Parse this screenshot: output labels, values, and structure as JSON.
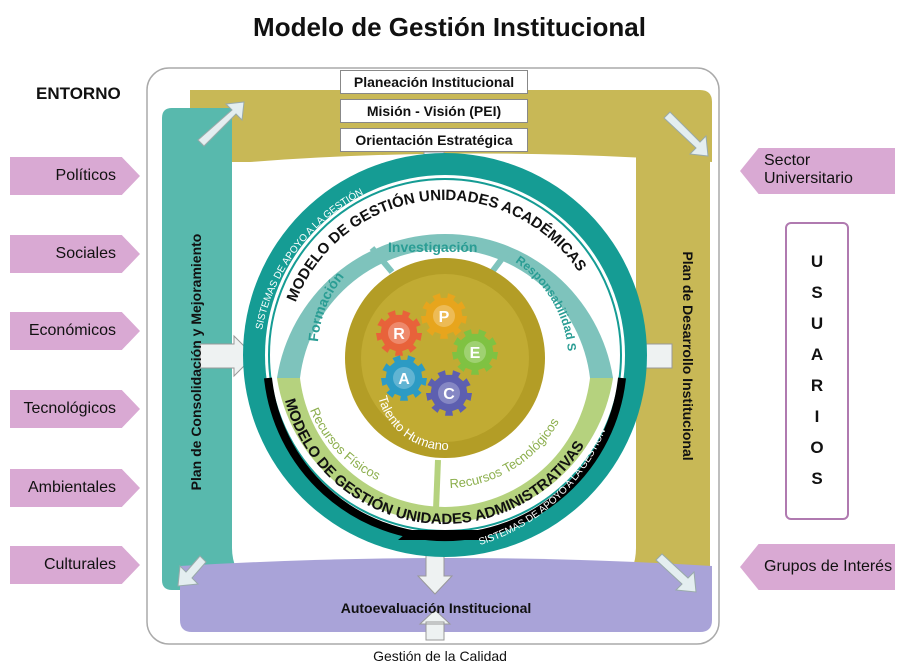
{
  "title": "Modelo de Gestión Institucional",
  "entorno_label": "ENTORNO",
  "entorno_items": [
    "Políticos",
    "Sociales",
    "Económicos",
    "Tecnológicos",
    "Ambientales",
    "Culturales"
  ],
  "right_items": {
    "sector_line1": "Sector",
    "sector_line2": "Universitario",
    "grupos": "Grupos de Interés"
  },
  "usuarios_letters": "U\nS\nU\nA\nR\nI\nO\nS",
  "top_boxes": [
    "Planeación Institucional",
    "Misión  -  Visión (PEI)",
    "Orientación Estratégica"
  ],
  "left_band": "Plan de Consolidación y Mejoramiento",
  "right_band": "Plan de Desarrollo Institucional",
  "bottom_band": "Autoevaluación Institucional",
  "bottom_caption": "Gestión de la Calidad",
  "ring": {
    "sistemas_top": "SISTEMAS DE APOYO A LA GESTIÓN",
    "sistemas_bottom": "SISTEMAS DE APOYO A LA GESTIÓN",
    "academic_model": "MODELO DE GESTIÓN UNIDADES ACADÉMICAS",
    "admin_model": "MODELO DE GESTIÓN UNIDADES ADMINISTRATIVAS",
    "formacion": "Formación",
    "investigacion": "Investigación",
    "responsabilidad": "Responsabilidad Social",
    "recursos_fisicos": "Recursos Físicos",
    "recursos_tecnologicos": "Recursos Tecnológicos",
    "talento": "Talento Humano"
  },
  "gears": [
    {
      "letter": "R",
      "color": "#e8623a"
    },
    {
      "letter": "P",
      "color": "#e7a51d"
    },
    {
      "letter": "E",
      "color": "#7fc242"
    },
    {
      "letter": "A",
      "color": "#2c9bc4"
    },
    {
      "letter": "C",
      "color": "#5d5fb0"
    }
  ],
  "colors": {
    "olive": "#c8b856",
    "teal": "#58b9ad",
    "lavender": "#a9a3d8",
    "dark_teal": "#159c94",
    "ring_green": "#b5d27e",
    "core": "#b39d26",
    "pink": "#d9a9d3"
  }
}
